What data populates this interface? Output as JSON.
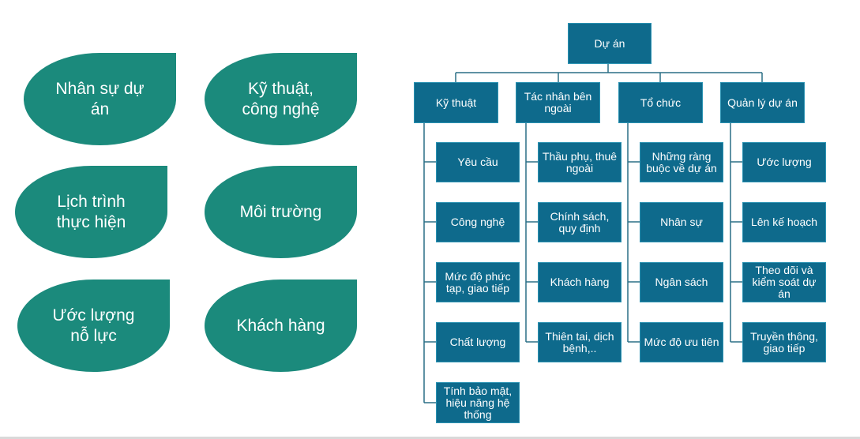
{
  "factors": [
    {
      "label": "Nhân sự dự\nán"
    },
    {
      "label": "Kỹ thuật,\ncông nghệ"
    },
    {
      "label": "Lịch trình\nthực hiện"
    },
    {
      "label": "Môi trường"
    },
    {
      "label": "Ước lượng\nnỗ lực"
    },
    {
      "label": "Khách hàng"
    }
  ],
  "tree": {
    "root": "Dự án",
    "branches": [
      {
        "label": "Kỹ thuật",
        "children": [
          "Yêu cầu",
          "Công nghệ",
          "Mức độ phức\ntạp, giao tiếp",
          "Chất lượng",
          "Tính bảo mật,\nhiệu năng hệ\nthống"
        ]
      },
      {
        "label": "Tác nhân bên\nngoài",
        "children": [
          "Thầu phụ, thuê\nngoài",
          "Chính sách,\nquy định",
          "Khách hàng",
          "Thiên tai, dịch\nbệnh,.."
        ]
      },
      {
        "label": "Tổ chức",
        "children": [
          "Những ràng\nbuộc về dự án",
          "Nhân sự",
          "Ngân sách",
          "Mức độ ưu tiên"
        ]
      },
      {
        "label": "Quản lý dự án",
        "children": [
          "Ước lượng",
          "Lên kế hoạch",
          "Theo dõi và\nkiểm soát dự\nán",
          "Truyền thông,\ngiao tiếp"
        ]
      }
    ]
  },
  "colors": {
    "leaf": "#1b8a7c",
    "box": "#0e6a8c",
    "connector": "#2a6f86"
  }
}
